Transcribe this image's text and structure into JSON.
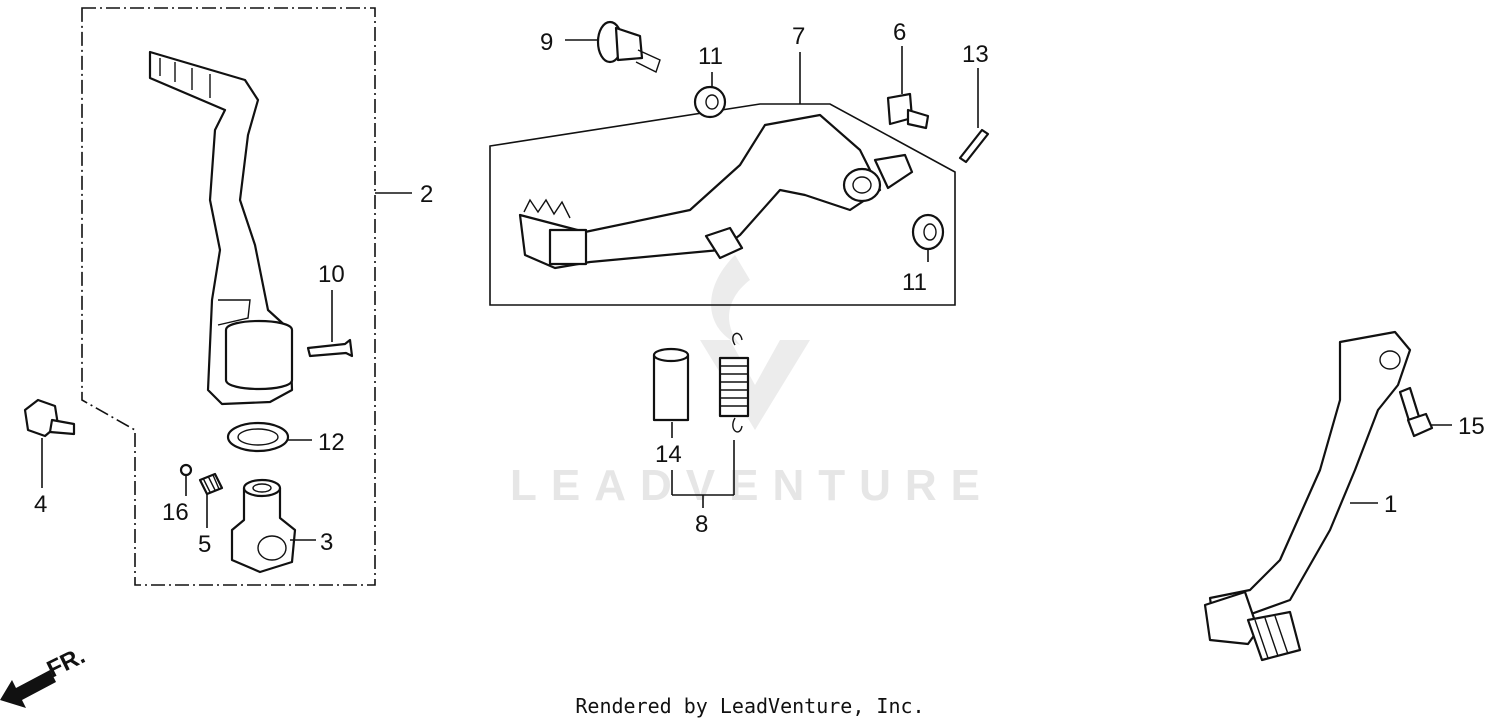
{
  "callouts": {
    "c1": "1",
    "c2": "2",
    "c3": "3",
    "c4": "4",
    "c5": "5",
    "c6": "6",
    "c7": "7",
    "c8": "8",
    "c9": "9",
    "c10": "10",
    "c11a": "11",
    "c11b": "11",
    "c12": "12",
    "c13": "13",
    "c14": "14",
    "c15": "15",
    "c16": "16"
  },
  "watermark": "LEADVENTURE",
  "direction_label": "FR.",
  "footer": "Rendered by LeadVenture, Inc."
}
